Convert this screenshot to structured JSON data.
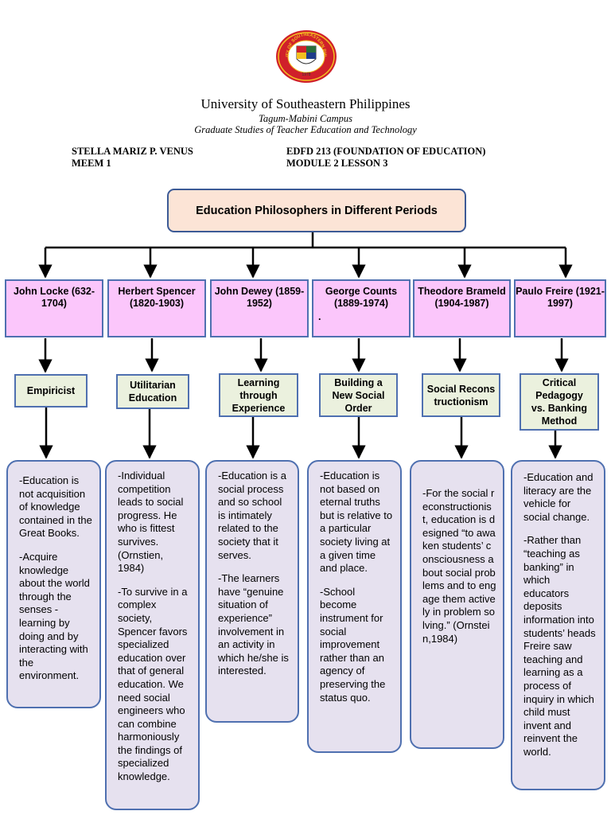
{
  "header": {
    "seal_text": "UNIVERSITY OF SOUTHEASTERN PHILIPPINES",
    "seal_year": "1978",
    "university": "University of Southeastern Philippines",
    "campus": "Tagum-Mabini Campus",
    "graduate_studies": "Graduate Studies of Teacher Education and Technology",
    "student_name": "STELLA MARIZ P. VENUS",
    "program": "MEEM 1",
    "course": "EDFD 213 (FOUNDATION OF EDUCATION)",
    "module": "MODULE 2 LESSON 3"
  },
  "diagram": {
    "title": "Education Philosophers in Different Periods",
    "columns": [
      {
        "philosopher": "John Locke (632-1704)",
        "concept": "Empiricist",
        "points": [
          "-Education is not acquisition of knowledge contained in the Great Books.",
          "-Acquire knowledge about the world through the senses - learning by doing and by interacting with the environment."
        ]
      },
      {
        "philosopher": "Herbert Spencer (1820-1903)",
        "concept": "Utilitarian Education",
        "points": [
          "-Individual competition leads to social progress. He who is fittest survives. (Ornstien, 1984)",
          "-To survive in a complex society, Spencer favors specialized education over that of general education. We need social engineers who can combine harmoniously the findings of specialized knowledge."
        ]
      },
      {
        "philosopher": "John Dewey (1859-1952)",
        "concept": "Learning through Experience",
        "points": [
          "-Education is a social process and so school is intimately related to the society that it serves.",
          "-The learners have “genuine situation of experience” involvement in an activity in which he/she is interested."
        ]
      },
      {
        "philosopher": "George Counts (1889-1974)",
        "philosopher_extra": ".",
        "concept": "Building a New Social Order",
        "points": [
          "-Education is not based on eternal truths but is relative to a particular society living at a given time and place.",
          "-School become instrument for social improvement rather than an agency of preserving the status quo."
        ]
      },
      {
        "philosopher": "Theodore Brameld (1904-1987)",
        "concept": "Social Reconstructionism",
        "points": [
          "-For the social reconstructionist, education is designed “to awaken students’ consciousness about social problems and to engage them actively in problem solving.” (Ornstein,1984)"
        ]
      },
      {
        "philosopher": "Paulo Freire (1921-1997)",
        "concept": "Critical Pedagogy vs. Banking Method",
        "points": [
          "-Education and literacy are the vehicle for social change.",
          "-Rather than “teaching as banking” in which educators deposits information into students’ heads Freire saw teaching and learning as a process of inquiry in which child must invent and reinvent the world."
        ]
      }
    ]
  },
  "colors": {
    "title_fill": "#fce4d6",
    "philosopher_fill": "#fbc6fb",
    "concept_fill": "#ebf1de",
    "description_fill": "#e6e1ef",
    "border": "#4f70b0",
    "seal_red": "#d0202a",
    "seal_gold": "#f4c020"
  }
}
